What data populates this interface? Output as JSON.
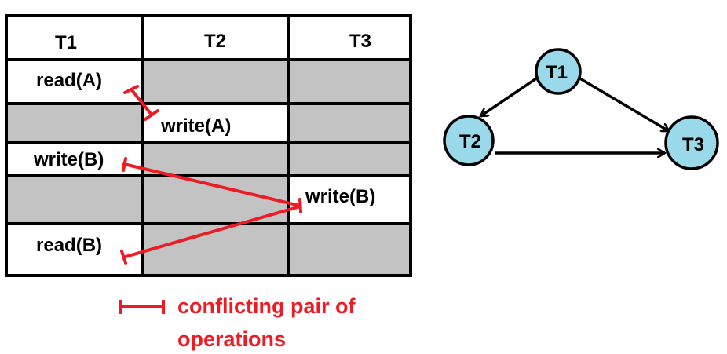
{
  "schedule_table": {
    "headers": [
      "T1",
      "T2",
      "T3"
    ],
    "rows": [
      {
        "active_col": 0,
        "text": "read(A)"
      },
      {
        "active_col": 1,
        "text": "write(A)"
      },
      {
        "active_col": 0,
        "text": "write(B)"
      },
      {
        "active_col": 2,
        "text": "write(B)"
      },
      {
        "active_col": 0,
        "text": "read(B)"
      }
    ],
    "shade_color": "#c3c3c3",
    "border_color": "#000000"
  },
  "conflict_links": [
    {
      "from_row": 0,
      "to_row": 1
    },
    {
      "from_row": 2,
      "to_row": 3
    },
    {
      "from_row": 4,
      "to_row": 3
    }
  ],
  "precedence_graph": {
    "nodes": [
      "T1",
      "T2",
      "T3"
    ],
    "edges": [
      [
        "T1",
        "T2"
      ],
      [
        "T1",
        "T3"
      ],
      [
        "T2",
        "T3"
      ]
    ],
    "node_color": "#99d9ea"
  },
  "legend": {
    "line1": "conflicting pair of",
    "line2": "operations",
    "color": "#ed1c24"
  }
}
